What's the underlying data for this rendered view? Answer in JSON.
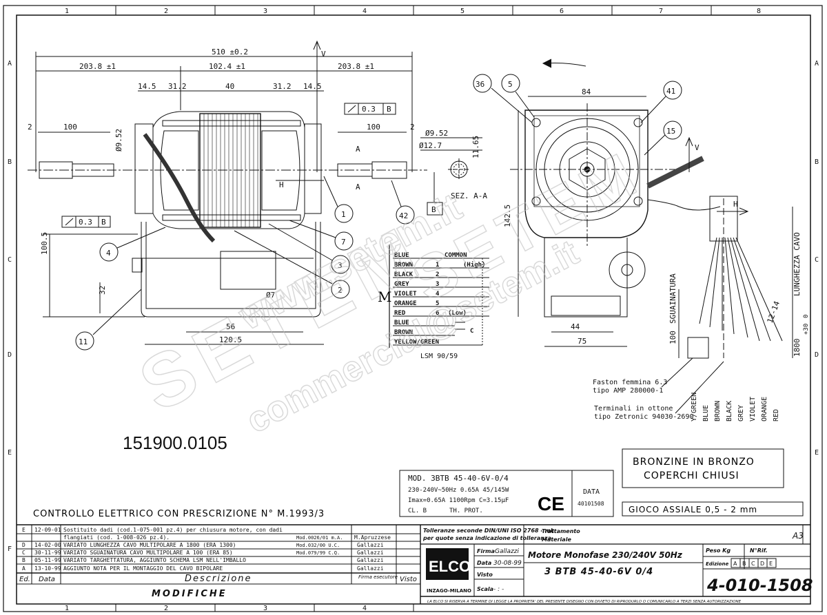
{
  "frame": {
    "columns": [
      "1",
      "2",
      "3",
      "4",
      "5",
      "6",
      "7",
      "8"
    ],
    "rows": [
      "A",
      "B",
      "C",
      "D",
      "E",
      "F"
    ]
  },
  "views": {
    "side": {
      "dims_top": [
        "510 ±0.2",
        "203.8 ±1",
        "102.4 ±1",
        "203.8 ±1"
      ],
      "dims_mid": [
        "14.5",
        "31.2",
        "40",
        "31.2",
        "14.5"
      ],
      "dims_shaft": [
        "2",
        "100",
        "100",
        "2"
      ],
      "dia_label": "Ø9.52",
      "height_labels": [
        "100.5",
        "32"
      ],
      "bottom_dims": [
        "56",
        "120.5",
        "Ø7"
      ],
      "tolerance_left": "0.3",
      "tolerance_right": "0.3",
      "datum": "B",
      "arrow_v": "V",
      "arrow_h": "H",
      "section_mark": "A"
    },
    "section": {
      "dims": [
        "Ø9.52",
        "Ø12.7",
        "11.65"
      ],
      "title": "SEZ. A-A",
      "datum": "B"
    },
    "front": {
      "dims": [
        "84",
        "142.5",
        "44",
        "75",
        "100"
      ],
      "arrow_v": "V",
      "arrow_h": "H",
      "cable_label": "LUNGHEZZA CAVO",
      "strip_label": "SGUAINATURA",
      "strip_dim": "12-14",
      "cable_len": "1800",
      "cable_tol_upper": "+30",
      "cable_tol_lower": "0"
    }
  },
  "balloons": [
    "36",
    "5",
    "41",
    "15",
    "1",
    "42",
    "7",
    "3",
    "2",
    "4",
    "11"
  ],
  "wiring": {
    "motor_letter": "M",
    "rows": [
      {
        "color": "BLUE",
        "num": "",
        "note": "COMMON"
      },
      {
        "color": "BROWN",
        "num": "1",
        "note": "(High)"
      },
      {
        "color": "BLACK",
        "num": "2",
        "note": ""
      },
      {
        "color": "GREY",
        "num": "3",
        "note": ""
      },
      {
        "color": "VIOLET",
        "num": "4",
        "note": ""
      },
      {
        "color": "ORANGE",
        "num": "5",
        "note": ""
      },
      {
        "color": "RED",
        "num": "6",
        "note": "(Low)"
      },
      {
        "color": "BLUE",
        "num": "",
        "note": ""
      },
      {
        "color": "BROWN",
        "num": "",
        "note": "C"
      },
      {
        "color": "YELLOW/GREEN",
        "num": "",
        "note": ""
      }
    ],
    "protector": "LSM 90/59"
  },
  "terminals": {
    "faston": [
      "Faston femmina 6.3",
      "tipo AMP 280000-1"
    ],
    "brass": [
      "Terminali in ottone",
      "tipo Zetronic 94030-2690"
    ],
    "wire_colors": [
      "Y/GREEN",
      "BLUE",
      "BROWN",
      "BLACK",
      "GREY",
      "VIOLET",
      "ORANGE",
      "RED"
    ]
  },
  "part_number": "151900.0105",
  "bronze_note": [
    "BRONZINE IN BRONZO",
    "COPERCHI CHIUSI"
  ],
  "end_play": "GIOCO ASSIALE  0,5 - 2 mm",
  "nameplate": {
    "model": "MOD. 3BTB 45-40-6V-0/4",
    "line1": "230-240V~50Hz 0.65A 45/145W",
    "line2": "Imax=0.65A 1100Rpm C=3.15µF",
    "line3a": "CL. B",
    "line3b": "TH. PROT.",
    "ce": "CE",
    "date_label": "DATA",
    "date_code": "40101508"
  },
  "electrical_note": "CONTROLLO ELETTRICO CON PRESCRIZIONE N° M.1993/3",
  "revisions": [
    {
      "ed": "E",
      "date": "12-09-01",
      "desc": "Sostituito dadi (cod.1-075-001 pz.4) per chiusura motore, con dadi",
      "ref": "",
      "visto": "",
      "by": "M.Apruzzese"
    },
    {
      "ed": "",
      "date": "",
      "desc": "flangiati (cod. 1-008-026 pz.4).",
      "ref": "Mod.0026/01 m.A.",
      "visto": "",
      "by": ""
    },
    {
      "ed": "D",
      "date": "14-02-00",
      "desc": "VARIATO LUNGHEZZA CAVO MULTIPOLARE A 1800 (ERA 1300)",
      "ref": "Mod.032/00 U.C.",
      "visto": "",
      "by": "Gallazzi"
    },
    {
      "ed": "C",
      "date": "30-11-99",
      "desc": "VARIATO SGUAINATURA CAVO MULTIPOLARE A 100 (ERA 85)",
      "ref": "Mod.079/99 C.Q.",
      "visto": "",
      "by": "Gallazzi"
    },
    {
      "ed": "B",
      "date": "05-11-99",
      "desc": "VARIATO TARGHETTATURA, AGGIUNTO SCHEMA LSM NELL'IMBALLO",
      "ref": "",
      "visto": "",
      "by": "Gallazzi"
    },
    {
      "ed": "A",
      "date": "13-10-99",
      "desc": "AGGIUNTO NOTA PER IL MONTAGGIO DEL CAVO BIPOLARE",
      "ref": "",
      "visto": "",
      "by": "Gallazzi"
    }
  ],
  "rev_header": {
    "ed": "Ed.",
    "date": "Data",
    "desc": "Descrizione",
    "signature": "Firma esecutore",
    "visto": "Visto"
  },
  "modifiche": "MODIFICHE",
  "title_block": {
    "tolerance_note_1": "Tolleranze seconde DIN/UNI ISO 2768 - mk",
    "tolerance_note_2": "per quote senza indicazione di tolleranza",
    "treatment": "Trattamento",
    "material": "Materiale",
    "sheet_size": "A3",
    "company": "ELCO",
    "company_city": "INZAGO-MILANO",
    "firma_label": "Firma",
    "firma": "Gallazzi",
    "data_label": "Data",
    "data": "30-08-99",
    "visto_label": "Visto",
    "scala_label": "Scala",
    "scala": "- : -",
    "title_1": "Motore Monofase 230/240V 50Hz",
    "title_2": "3 BTB 45-40-6V 0/4",
    "peso_label": "Peso Kg",
    "nrif_label": "N°Rif.",
    "edizione_label": "Edizione",
    "editions": [
      "A",
      "B",
      "C",
      "D",
      "E"
    ],
    "drawing_number": "4-010-1508",
    "footer": "LA ELCO SI RISERVA A TERMINE DI LEGGE LA PROPRIETA' DEL PRESENTE DISEGNO CON DIVIETO DI RIPRODURLO O COMUNICARLO A TERZI SENZA AUTORIZZAZIONE"
  },
  "watermark": [
    "www.setem.it",
    "SETEM",
    "SETEM",
    "commercial@setem.it"
  ]
}
